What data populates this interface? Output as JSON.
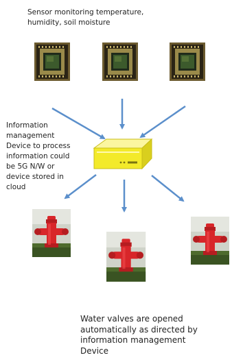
{
  "captions": {
    "sensors": "Sensor monitoring temperature,\nhumidity, soil moisture",
    "device": "Information\nmanagement\nDevice to process\ninformation could\nbe 5G  N/W or\ndevice stored in\ncloud",
    "valves": "Water valves are opened\nautomatically as directed by\ninformation management\nDevice"
  },
  "colors": {
    "arrow": "#5b8fcb",
    "device_body": "#f3ea2a",
    "device_top": "#fbf6a0",
    "hydrant_red": "#d8262a",
    "sensor_frame": "#6b5a2e",
    "grass": "#4e6b2d"
  },
  "icons": {
    "sensor": "image-sensor-chip",
    "device": "server-box",
    "valve": "fire-hydrant"
  }
}
